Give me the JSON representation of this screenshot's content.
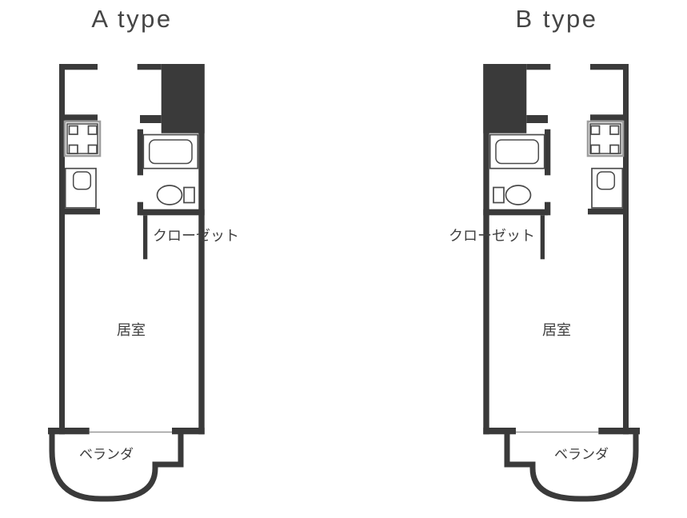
{
  "plans": [
    {
      "id": "A",
      "title": "A type",
      "labels": {
        "closet": "クローゼット",
        "living_room": "居室",
        "balcony": "ベランダ"
      }
    },
    {
      "id": "B",
      "title": "B type",
      "labels": {
        "closet": "クローゼット",
        "living_room": "居室",
        "balcony": "ベランダ"
      }
    }
  ],
  "icons": [
    "stove-icon",
    "sink-icon",
    "bathtub-icon",
    "toilet-icon",
    "pipe-shaft",
    "window-line",
    "balcony-outline"
  ],
  "colors": {
    "bg": "#ffffff",
    "wall": "#3a3a3a",
    "fixture": "#4a4a4a",
    "stove_frame": "#9e9e9e",
    "title": "#454545",
    "label": "#3f3f3f",
    "window": "#8c8c8c"
  }
}
